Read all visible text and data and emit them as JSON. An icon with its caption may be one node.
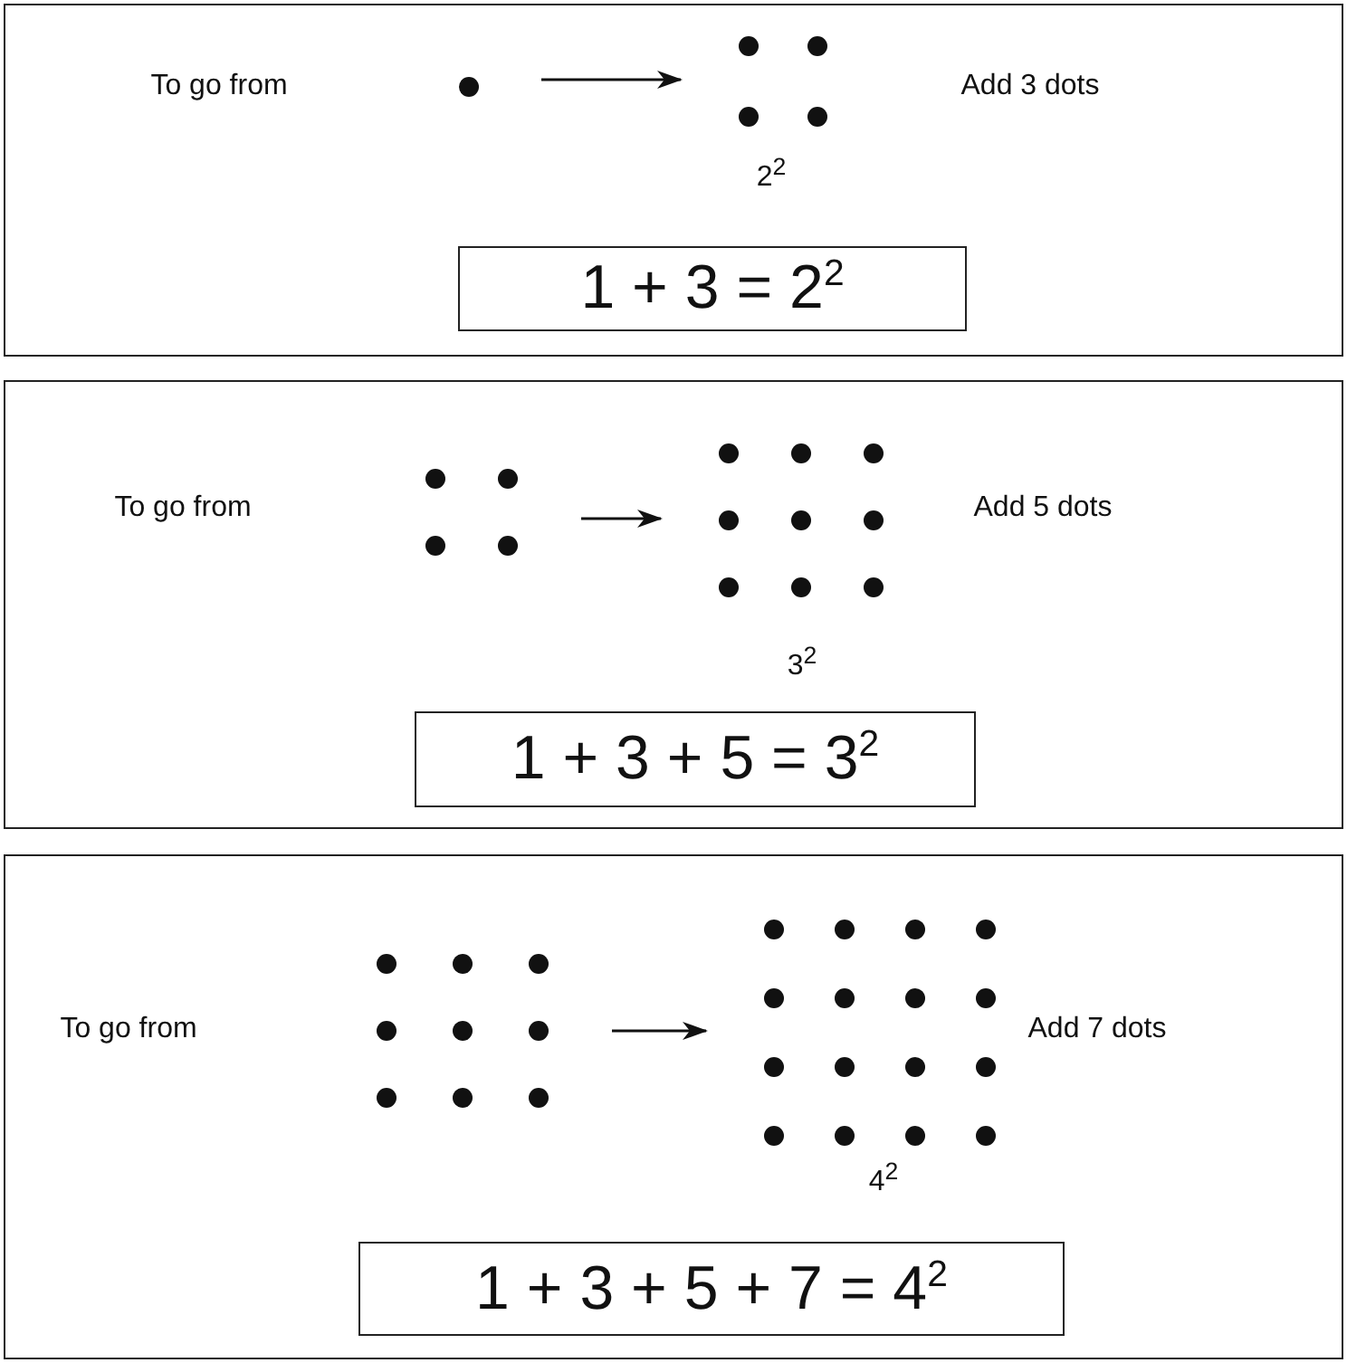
{
  "diagram": {
    "nodes": [
      {
        "text": [
          "To go from",
          "Add 3 dots"
        ]
      },
      {
        "text": [],
        "shape": "circle",
        "in": 0
      },
      {
        "text": [],
        "shape": "dots",
        "in": 0,
        "beside": [
          "2$^{2}$"
        ]
      },
      {
        "text": [
          "1 + 3 = 2$^{2}$"
        ],
        "in": 0
      },
      {
        "text": [
          "To go from",
          "Add 5 dots"
        ]
      },
      {
        "text": [],
        "shape": "dots",
        "in": 4
      },
      {
        "text": [],
        "shape": "dots",
        "in": 4,
        "beside": [
          "3$^{2}$"
        ]
      },
      {
        "text": [
          "1 + 3 + 5 = 3$^{2}$"
        ],
        "in": 4
      },
      {
        "text": [
          "To go from",
          "Add 7 dots"
        ]
      },
      {
        "text": [],
        "shape": "dots",
        "in": 8
      },
      {
        "text": [],
        "shape": "dots",
        "in": 8,
        "beside": [
          "4$^{2}$"
        ]
      },
      {
        "text": [
          "1 + 3 + 5 + 7 = 4$^{2}$"
        ],
        "in": 8
      }
    ],
    "edges": [
      {
        "from": 1,
        "to": 2,
        "arrow": "to"
      },
      {
        "from": 5,
        "to": 6,
        "arrow": "to"
      },
      {
        "from": 9,
        "to": 10,
        "arrow": "to"
      }
    ]
  }
}
